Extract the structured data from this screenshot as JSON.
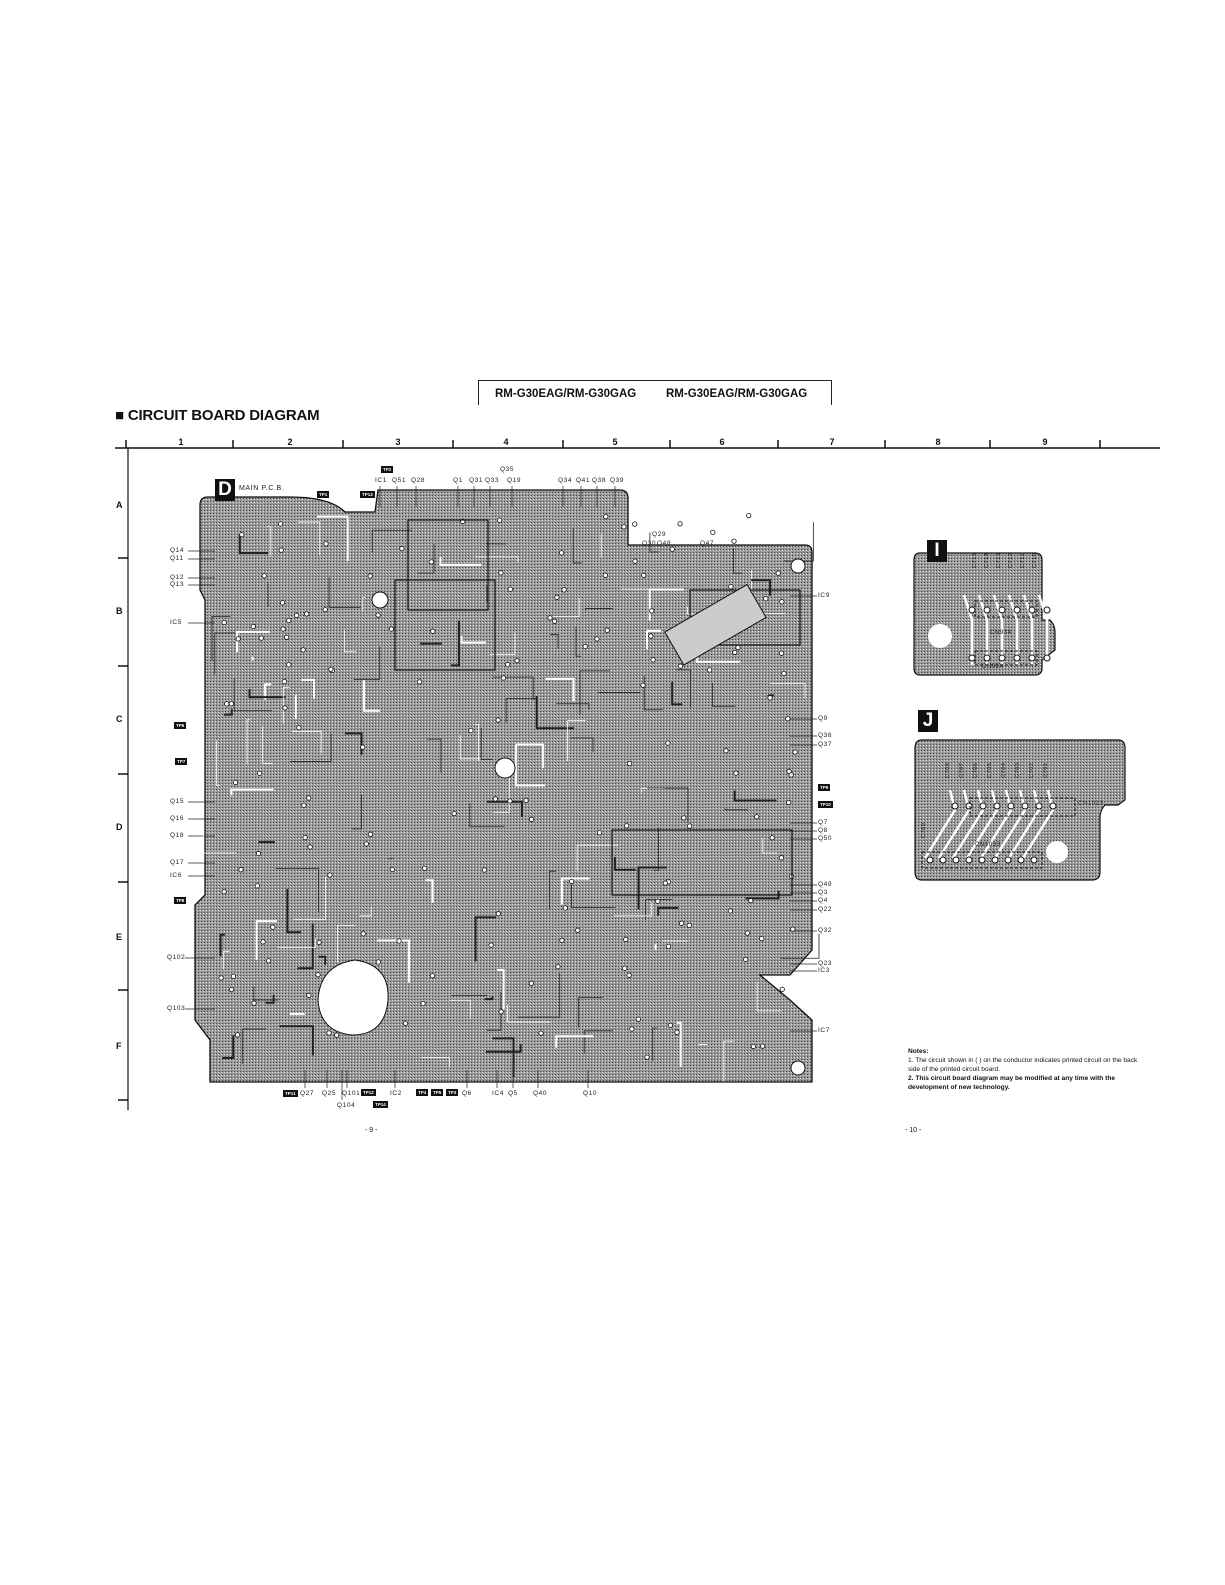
{
  "header": {
    "model_left": "RM-G30EAG/RM-G30GAG",
    "model_right": "RM-G30EAG/RM-G30GAG"
  },
  "title": "■ CIRCUIT BOARD DIAGRAM",
  "grid": {
    "columns": [
      "1",
      "2",
      "3",
      "4",
      "5",
      "6",
      "7",
      "8",
      "9"
    ],
    "rows": [
      "A",
      "B",
      "C",
      "D",
      "E",
      "F"
    ]
  },
  "main_pcb": {
    "letter": "D",
    "name": "MAIN P.C.B.",
    "top_labels": [
      "IC1",
      "Q51",
      "Q28",
      "Q1",
      "Q31",
      "Q33",
      "Q19",
      "Q34",
      "Q41",
      "Q38",
      "Q39"
    ],
    "top_extra": {
      "q35": "Q35",
      "tp2": "TP2",
      "tp1": "TP1",
      "tp13": "TP13",
      "q29": "Q29",
      "q30": "Q30",
      "q48": "Q48",
      "q47": "Q47"
    },
    "left_labels": [
      "Q14",
      "Q11",
      "Q12",
      "Q13",
      "IC5",
      "TP6",
      "TP7",
      "Q15",
      "Q16",
      "Q18",
      "Q17",
      "IC6",
      "TP8",
      "Q102",
      "Q103"
    ],
    "right_labels": [
      "IC9",
      "Q9",
      "Q36",
      "Q37",
      "TP9",
      "TP10",
      "Q7",
      "Q8",
      "Q50",
      "Q49",
      "Q3",
      "Q4",
      "Q22",
      "Q32",
      "Q23",
      "IC3",
      "IC7"
    ],
    "bottom_labels": [
      "TP11",
      "Q27",
      "Q25",
      "Q101",
      "Q104",
      "TP12",
      "TP14",
      "IC2",
      "TP4",
      "TP5",
      "TP3",
      "Q6",
      "IC4",
      "Q5",
      "Q40",
      "Q10"
    ]
  },
  "board_i": {
    "letter": "I",
    "connectors": [
      "CN934",
      "CN924"
    ],
    "caps": [
      "C715",
      "C714",
      "C713",
      "C712",
      "C711",
      "C710"
    ]
  },
  "board_j": {
    "letter": "J",
    "connectors": [
      "CN1023",
      "CN1033"
    ],
    "caps": [
      "C708",
      "C707",
      "C706",
      "C705",
      "C704",
      "C703",
      "C702",
      "C701",
      "C709"
    ]
  },
  "notes": {
    "heading": "Notes:",
    "items": [
      "1.  The circuit shown in (          ) on the conductor indicates printed circuit on the back side of the printed circuit board.",
      "2.  This circuit board diagram may be modified at any time with the development of new technology."
    ]
  },
  "page_numbers": {
    "left": "- 9 -",
    "right": "- 10 -"
  }
}
